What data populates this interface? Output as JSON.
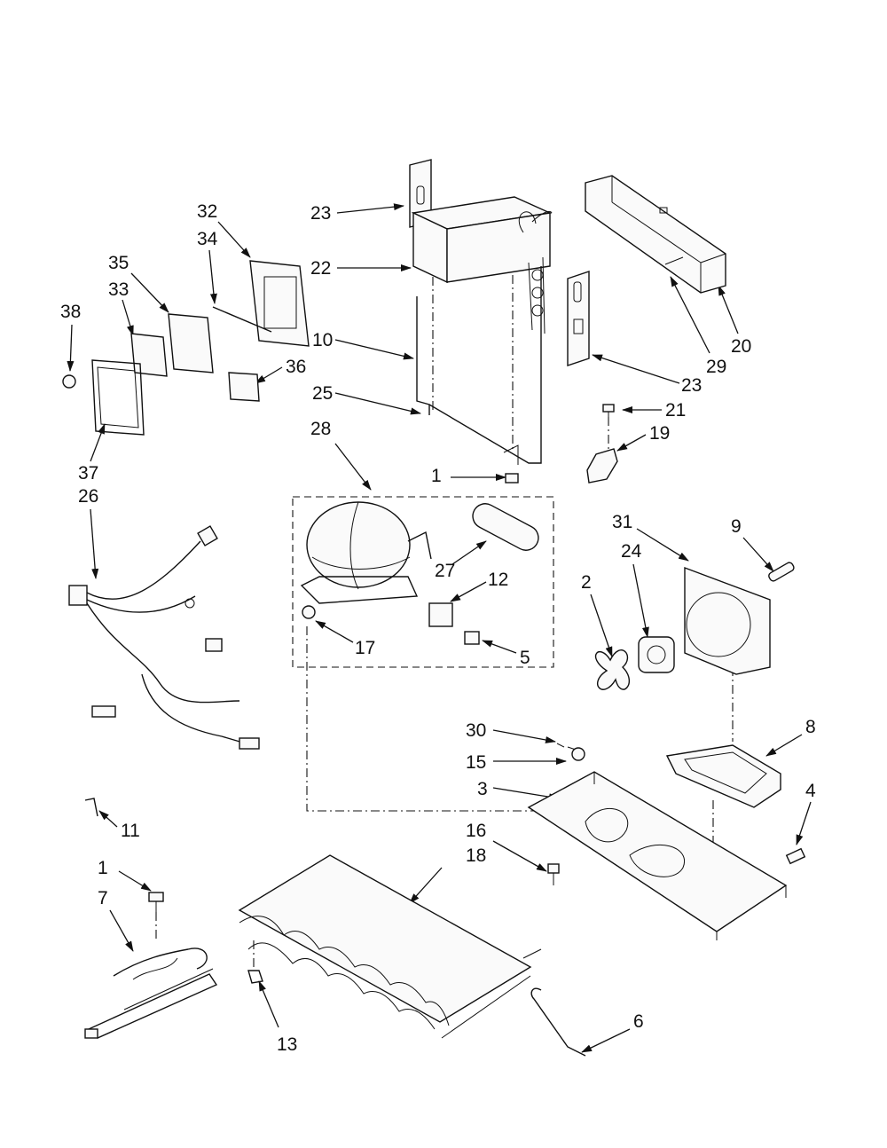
{
  "labels": {
    "l23a": "23",
    "l22": "22",
    "l10": "10",
    "l25": "25",
    "l32": "32",
    "l34": "34",
    "l35": "35",
    "l33": "33",
    "l38": "38",
    "l36": "36",
    "l37": "37",
    "l26": "26",
    "l28": "28",
    "l1a": "1",
    "l27": "27",
    "l12": "12",
    "l17": "17",
    "l5": "5",
    "l20": "20",
    "l29": "29",
    "l23b": "23",
    "l21": "21",
    "l19": "19",
    "l31": "31",
    "l9": "9",
    "l24": "24",
    "l2": "2",
    "l30": "30",
    "l15": "15",
    "l3": "3",
    "l8": "8",
    "l4": "4",
    "l11": "11",
    "l16": "16",
    "l18": "18",
    "l1b": "1",
    "l7": "7",
    "l13": "13",
    "l6": "6"
  }
}
